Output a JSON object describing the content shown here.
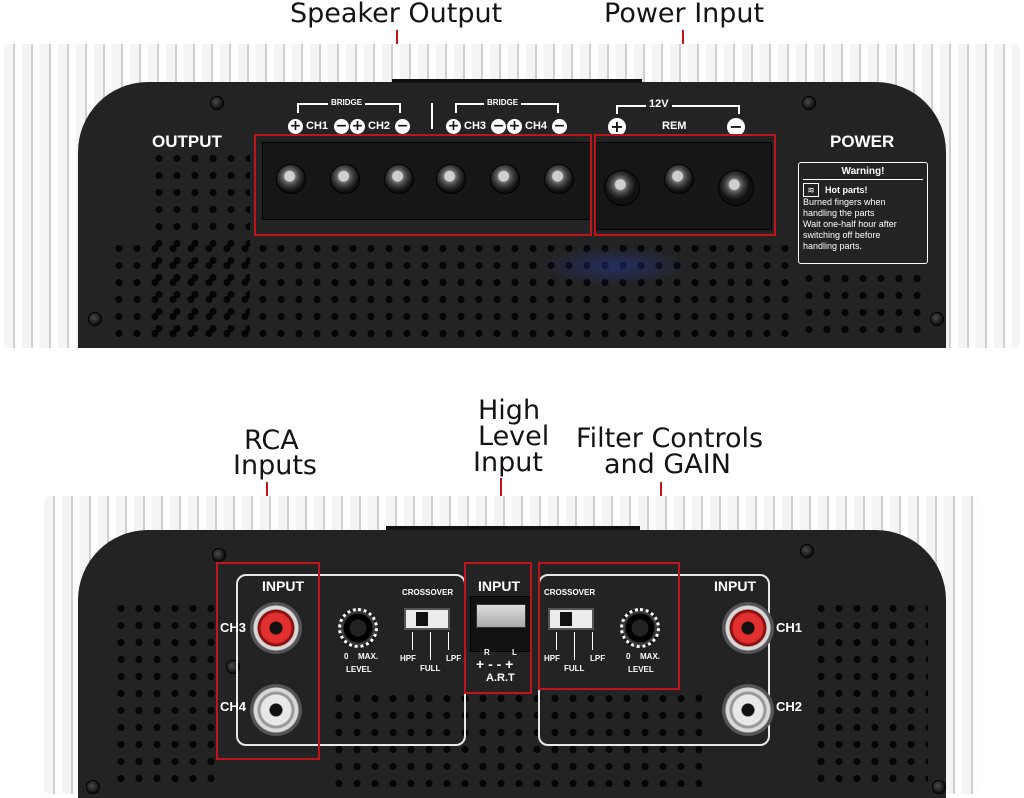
{
  "callouts": {
    "speaker_output": "Speaker Output",
    "power_input": "Power Input",
    "rca_inputs": [
      "RCA",
      "Inputs"
    ],
    "high_level_input": [
      "High",
      "Level",
      "Input"
    ],
    "filter_controls": [
      "Filter Controls",
      "and GAIN"
    ]
  },
  "top_panel": {
    "output_label": "OUTPUT",
    "power_label": "POWER",
    "bridge_label": "BRIDGE",
    "ch1": "CH1",
    "ch2": "CH2",
    "ch3": "CH3",
    "ch4": "CH4",
    "v12": "12V",
    "rem": "REM",
    "warning": {
      "title": "Warning!",
      "hot": "Hot parts!",
      "lines": [
        "Burned fingers when",
        "handling the parts",
        "Wait one-half hour after",
        "switching off before",
        "handling parts."
      ]
    }
  },
  "bottom_panel": {
    "input_label": "INPUT",
    "ch1": "CH1",
    "ch2": "CH2",
    "ch3": "CH3",
    "ch4": "CH4",
    "crossover": "CROSSOVER",
    "hpf": "HPF",
    "full": "FULL",
    "lpf": "LPF",
    "zero": "0",
    "max": "MAX.",
    "level": "LEVEL",
    "r": "R",
    "l": "L",
    "art": "A.R.T",
    "art_signs": "+ - - +"
  },
  "colors": {
    "callout_red": "#c0141c",
    "panel": "#232323",
    "rca_red": "#e23030"
  }
}
